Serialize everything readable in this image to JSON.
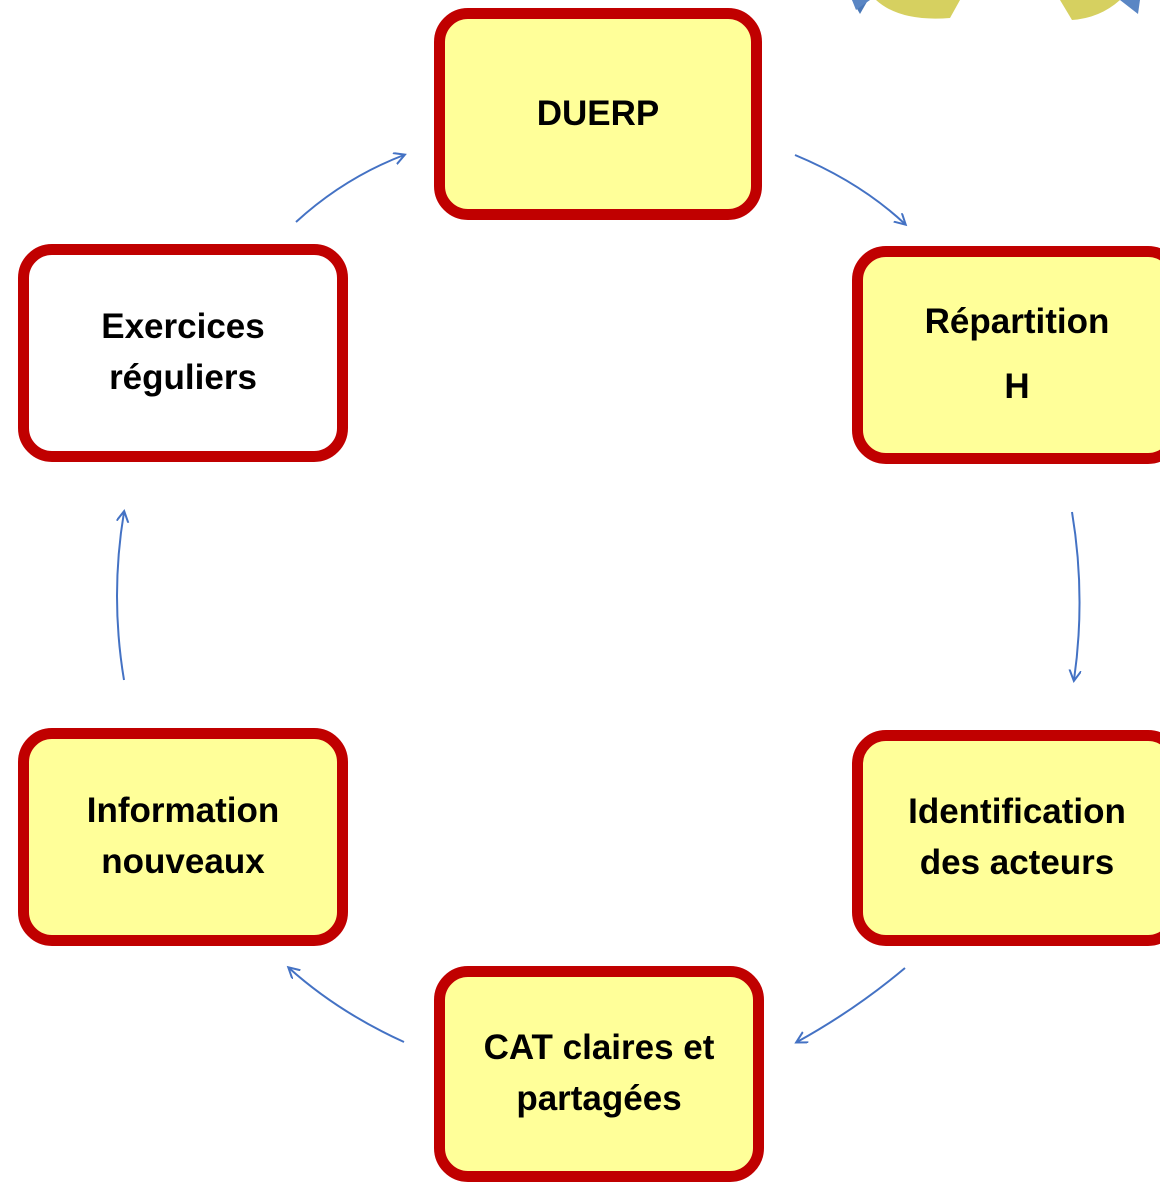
{
  "colors": {
    "node_border": "#c00000",
    "node_fill": "#ffff99",
    "node_fill_alt": "#ffffff",
    "arrow": "#4472c4",
    "text": "#000000"
  },
  "diagram": {
    "type": "cycle",
    "nodes": [
      {
        "id": "duerp",
        "lines": [
          "DUERP"
        ],
        "fill": "#ffff99"
      },
      {
        "id": "repartition",
        "lines": [
          "Répartition",
          "H"
        ],
        "fill": "#ffff99"
      },
      {
        "id": "identification",
        "lines": [
          "Identification",
          "des acteurs"
        ],
        "fill": "#ffff99"
      },
      {
        "id": "cat",
        "lines": [
          "CAT claires et",
          "partagées"
        ],
        "fill": "#ffff99"
      },
      {
        "id": "information",
        "lines": [
          "Information",
          "nouveaux"
        ],
        "fill": "#ffff99"
      },
      {
        "id": "exercices",
        "lines": [
          "Exercices",
          "réguliers"
        ],
        "fill": "#ffffff"
      }
    ],
    "edges": [
      {
        "from": "duerp",
        "to": "repartition"
      },
      {
        "from": "repartition",
        "to": "identification"
      },
      {
        "from": "identification",
        "to": "cat"
      },
      {
        "from": "cat",
        "to": "information"
      },
      {
        "from": "information",
        "to": "exercices"
      },
      {
        "from": "exercices",
        "to": "duerp"
      }
    ]
  }
}
